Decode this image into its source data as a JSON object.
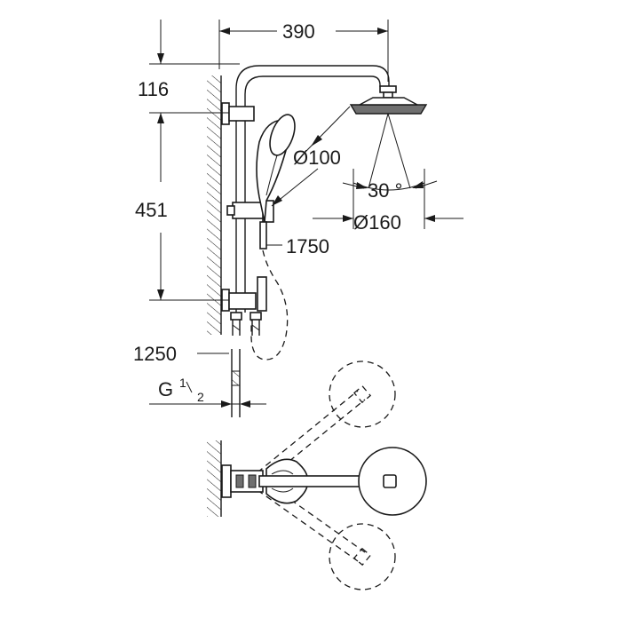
{
  "dimensions": {
    "width": "390",
    "top_height": "116",
    "bar_height": "451",
    "hand_shower_diameter": "Ø100",
    "spray_angle": "30 °",
    "head_diameter": "Ø160",
    "height_from_floor": "1750",
    "hose_length": "1250",
    "connection_thread_letter": "G",
    "connection_thread_num": "1",
    "connection_thread_den": "2"
  },
  "colors": {
    "line": "#1a1a1a",
    "background": "#ffffff"
  }
}
